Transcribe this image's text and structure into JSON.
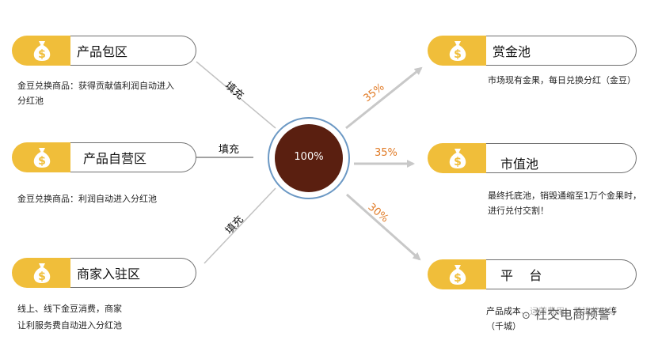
{
  "center": {
    "label": "100%"
  },
  "left_zones": [
    {
      "title": "产品包区",
      "desc": [
        "金豆兑换商品：获得贡献值利润自动进入",
        "分红池"
      ]
    },
    {
      "title": "产品自营区",
      "desc": [
        "金豆兑换商品：利润自动进入分红池"
      ]
    },
    {
      "title": "商家入驻区",
      "desc": [
        "线上、线下金豆消费，商家",
        "让利服务费自动进入分红池"
      ]
    }
  ],
  "fill_labels": [
    "填充",
    "填充",
    "填充"
  ],
  "right_pools": [
    {
      "title": "赏金池",
      "percent": "35%",
      "desc": [
        "市场现有金果，每日兑换分红（金豆）"
      ]
    },
    {
      "title": "市值池",
      "percent": "35%",
      "desc": [
        "最终托底池，销毁通缩至1万个金果时，",
        "进行兑付交割！"
      ]
    },
    {
      "title": "平    台",
      "percent": "30%",
      "desc": [
        "产品成本、运营费用、营销奖励等",
        "（千城）"
      ]
    }
  ],
  "watermark": "社交电商预警",
  "colors": {
    "badge": "#f0be3a",
    "center_fill": "#5a1f10",
    "center_ring": "#6b98c4",
    "percent": "#e07a25",
    "arrow": "#c8c8c8"
  }
}
